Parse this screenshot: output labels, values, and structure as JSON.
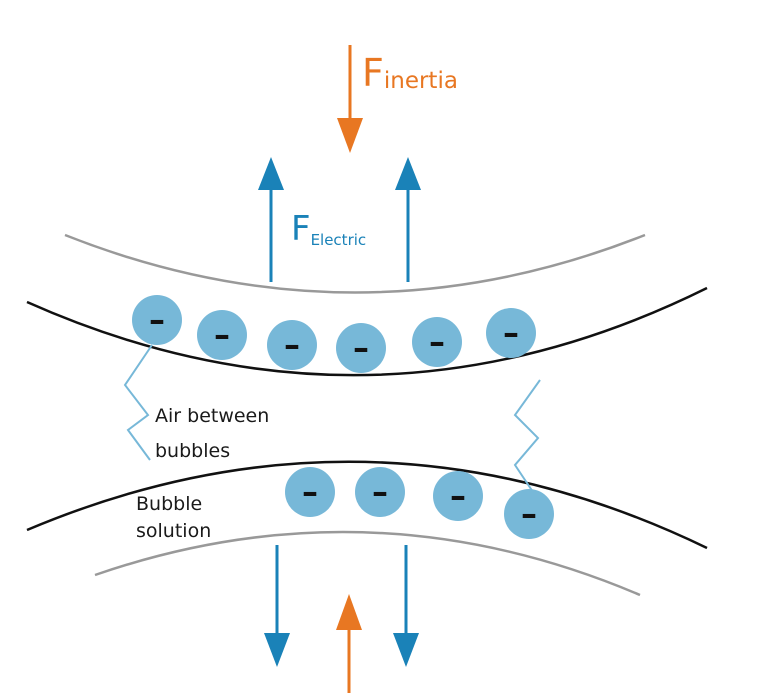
{
  "forces": {
    "inertia": {
      "symbol": "F",
      "subscript": "inertia",
      "color": "#e87722"
    },
    "electric": {
      "symbol": "F",
      "subscript": "Electric",
      "color": "#1a82b8"
    }
  },
  "labels": {
    "air_line1": "Air between",
    "air_line2": "bubbles",
    "solution_line1": "Bubble",
    "solution_line2": "solution"
  },
  "charge": {
    "sign": "–",
    "fill": "#77b8d8",
    "top_count": 6,
    "bottom_count": 4
  },
  "colors": {
    "membrane_outer": "#111111",
    "membrane_inner": "#999999"
  }
}
